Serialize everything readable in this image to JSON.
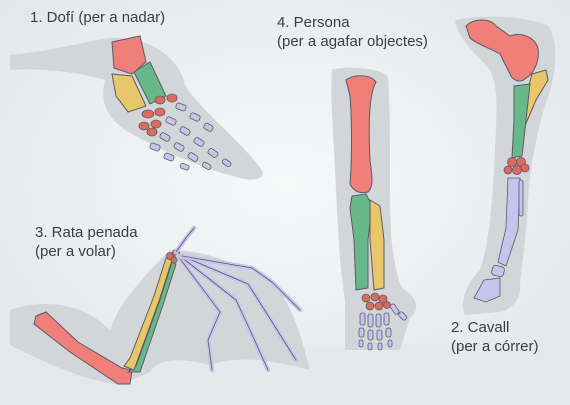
{
  "labels": {
    "dolphin": {
      "title": "1. Dofí (per a nadar)"
    },
    "person": {
      "line1": "4. Persona",
      "line2": "(per a agafar objectes)"
    },
    "bat": {
      "line1": "3. Rata penada",
      "line2": "(per a volar)"
    },
    "horse": {
      "line1": "2. Cavall",
      "line2": "(per a córrer)"
    }
  },
  "colors": {
    "humerus": "#ef7f78",
    "radius": "#e8c76a",
    "ulna": "#67b98a",
    "carpals": "#dc6b5e",
    "digits": "#c7c3ec",
    "bone_outline": "#5d5a66",
    "limb_silhouette": "#d3d6d9",
    "background": "#e9edf0"
  }
}
